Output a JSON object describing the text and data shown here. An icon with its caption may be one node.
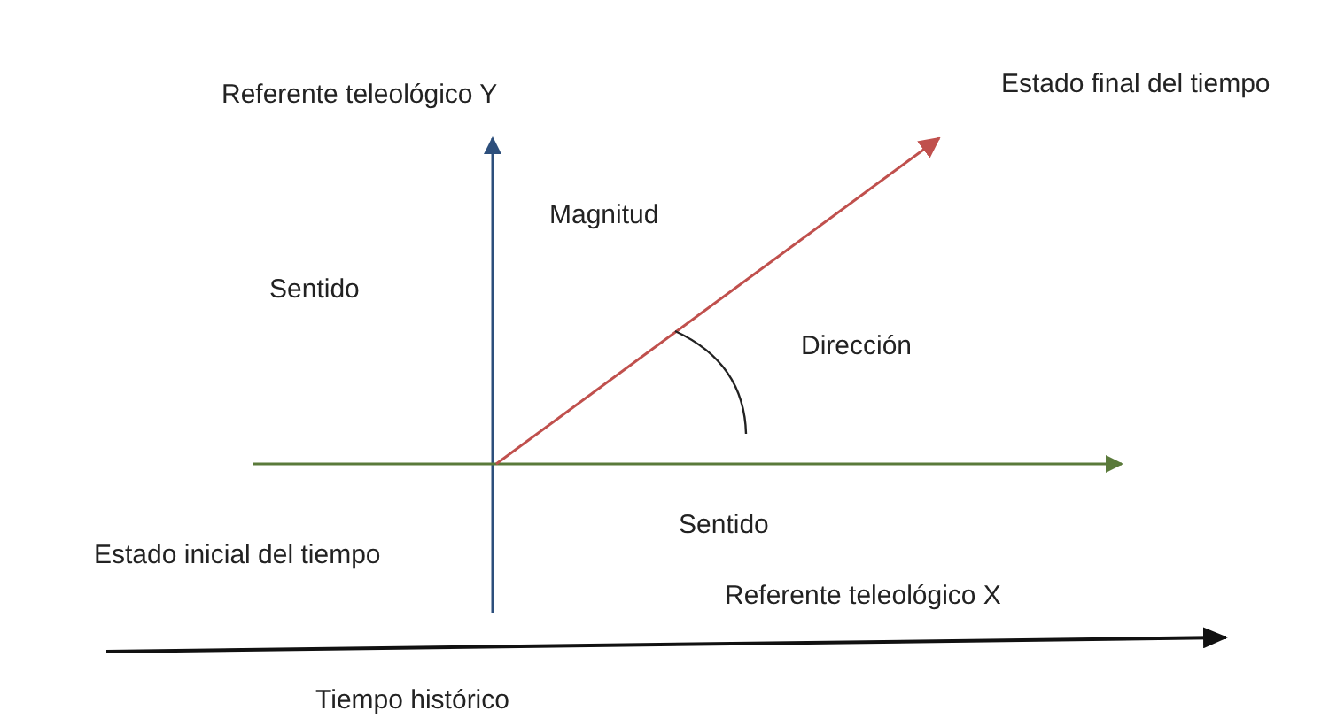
{
  "diagram": {
    "labels": [
      "Referente teleológico Y",
      "Estado final del tiempo",
      "Magnitud",
      "Sentido",
      "Dirección",
      "Sentido",
      "Estado inicial del tiempo",
      "Referente teleológico X",
      "Tiempo histórico"
    ]
  }
}
